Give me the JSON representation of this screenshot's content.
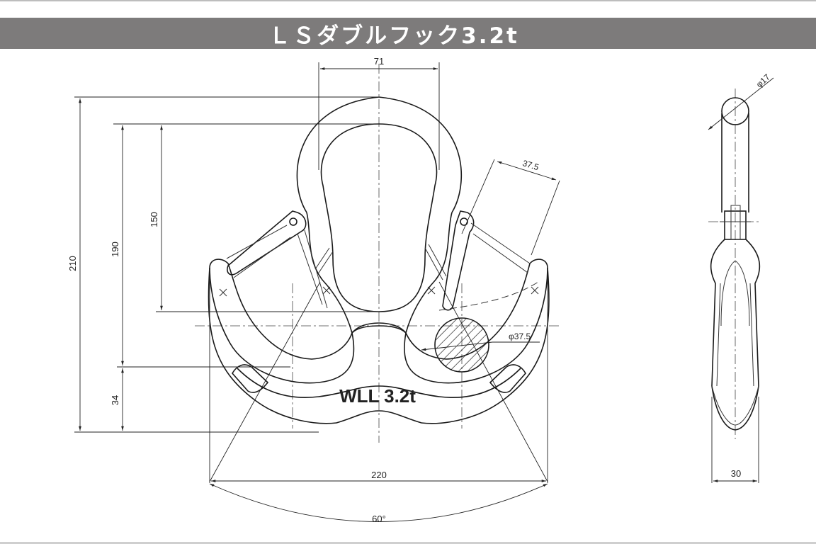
{
  "header": {
    "title": "ＬＳダブルフック3.2t"
  },
  "colors": {
    "title_bar": "#7d7b7b",
    "title_text": "#ffffff",
    "line": "#1a1a1a"
  },
  "dimensions": {
    "top_width": "71",
    "height_210": "210",
    "height_190": "190",
    "height_150": "150",
    "height_34": "34",
    "latch_37_5": "37.5",
    "dia_637_5": "φ37.5",
    "width_220": "220",
    "angle_60": "60°",
    "dia_617": "φ17",
    "side_width_30": "30"
  },
  "marking": {
    "wll": "WLL 3.2t"
  }
}
